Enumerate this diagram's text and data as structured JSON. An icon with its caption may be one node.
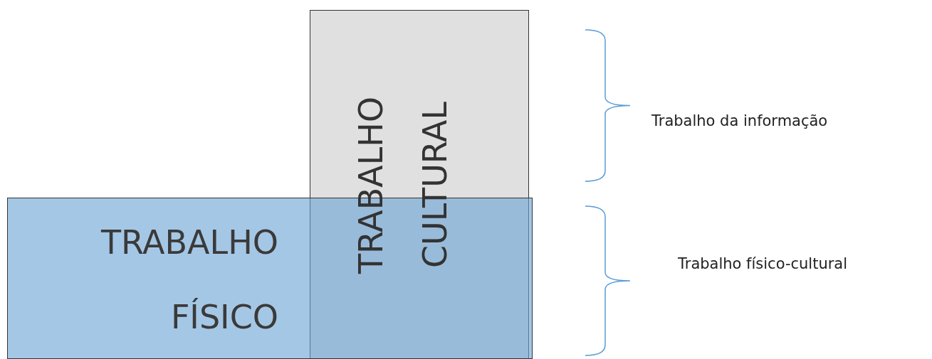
{
  "diagram": {
    "nodes": [
      {
        "text": [
          "TRABALHO CULTURAL"
        ]
      },
      {
        "text": [
          "TRABALHO FÍSICO"
        ]
      }
    ],
    "labels": [
      "Trabalho da informação",
      "Trabalho físico-cultural"
    ]
  }
}
